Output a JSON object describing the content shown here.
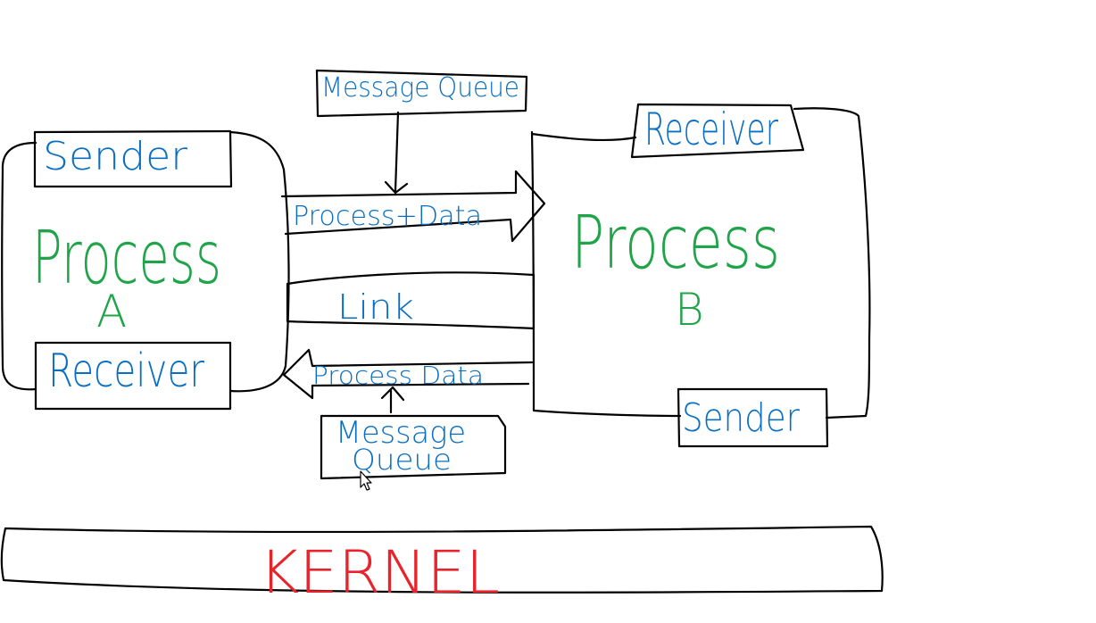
{
  "diagram": {
    "process_a": {
      "title": "Process",
      "letter": "A",
      "sender": "Sender",
      "receiver": "Receiver"
    },
    "process_b": {
      "title": "Process",
      "letter": "B",
      "sender": "Sender",
      "receiver": "Receiver"
    },
    "link": "Link",
    "top_channel": {
      "message_queue": "Message Queue",
      "data": "Process+Data"
    },
    "bottom_channel": {
      "message_queue_line1": "Message",
      "message_queue_line2": "Queue",
      "data": "Process Data"
    },
    "kernel": "KERNEL"
  },
  "colors": {
    "label_blue": "#0a6fc2",
    "process_green": "#1fa44a",
    "kernel_red": "#e8232b",
    "outline": "#000000"
  }
}
